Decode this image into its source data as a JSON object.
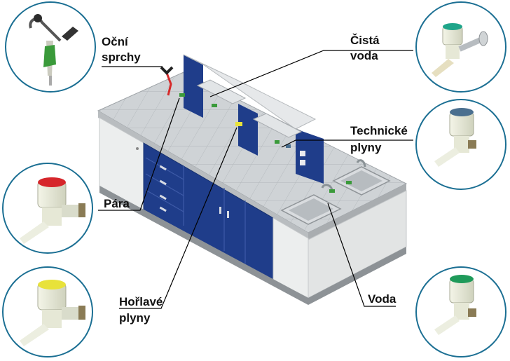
{
  "labels": {
    "eyewash_line1": "Oční",
    "eyewash_line2": "sprchy",
    "pure_water_line1": "Čistá",
    "pure_water_line2": "voda",
    "tech_gas_line1": "Technické",
    "tech_gas_line2": "plyny",
    "steam": "Pára",
    "flammable_line1": "Hořlavé",
    "flammable_line2": "plyny",
    "water": "Voda"
  },
  "colors": {
    "callout_ring": "#1b6f93",
    "cabinet_blue": "#1f3d8a",
    "counter_gray": "#cfd3d6",
    "cabinet_white": "#eceeee",
    "steam_cap": "#d6262b",
    "flammable_cap": "#e8e23a",
    "pure_water_cap": "#1fa58a",
    "tech_gas_cap": "#4a6f8f",
    "water_cap": "#1f9a5a",
    "valve_body": "#eef0e0",
    "eyewash_green": "#3a9a3a"
  },
  "icons": [
    "eyewash-icon",
    "pure-water-valve-icon",
    "tech-gas-valve-icon",
    "steam-valve-icon",
    "flammable-gas-valve-icon",
    "water-valve-icon"
  ]
}
